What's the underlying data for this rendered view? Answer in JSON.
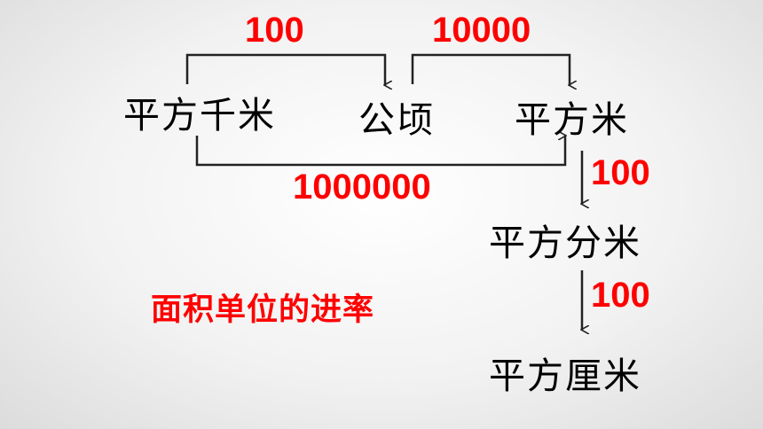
{
  "units": {
    "sq_km": "平方千米",
    "hectare": "公顷",
    "sq_m": "平方米",
    "sq_dm": "平方分米",
    "sq_cm": "平方厘米"
  },
  "rates": {
    "sq_km_to_hectare": "100",
    "hectare_to_sq_m": "10000",
    "sq_km_to_sq_m": "1000000",
    "sq_m_to_sq_dm": "100",
    "sq_dm_to_sq_cm": "100"
  },
  "title": "面积单位的进率",
  "colors": {
    "rate_text": "#ff0000",
    "unit_text": "#000000",
    "connector": "#222222"
  }
}
